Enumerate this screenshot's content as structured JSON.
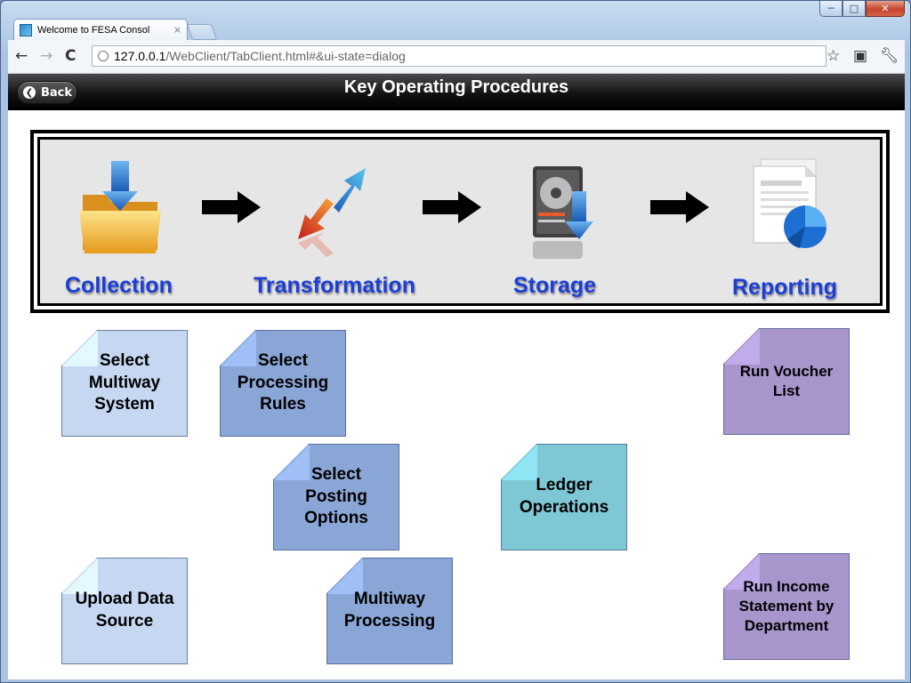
{
  "browser": {
    "tab_title": "Welcome to FESA Consol",
    "tab_close": "×",
    "url_host": "127.0.0.1",
    "url_path": "/WebClient/TabClient.html#&ui-state=dialog",
    "icons": [
      "back-arrow-icon",
      "forward-arrow-icon",
      "reload-icon",
      "globe-icon",
      "star-icon",
      "page-icon",
      "wrench-icon"
    ]
  },
  "header": {
    "back_label": "Back",
    "title": "Key Operating Procedures"
  },
  "process": {
    "stages": [
      {
        "label": "Collection",
        "icon": "folder-download-icon"
      },
      {
        "label": "Transformation",
        "icon": "transform-arrows-icon"
      },
      {
        "label": "Storage",
        "icon": "hard-drive-icon"
      },
      {
        "label": "Reporting",
        "icon": "report-chart-icon"
      }
    ]
  },
  "cards": [
    {
      "label": "Select Multiway System",
      "color": "#c6d8f1"
    },
    {
      "label": "Select Processing Rules",
      "color": "#8aa6d6"
    },
    {
      "label": "Select Posting Options",
      "color": "#8aa6d6"
    },
    {
      "label": "Ledger Operations",
      "color": "#7ec8d6"
    },
    {
      "label": "Upload Data Source",
      "color": "#c6d8f1"
    },
    {
      "label": "Multiway Processing",
      "color": "#8aa6d6"
    },
    {
      "label": "Run Voucher List",
      "color": "#a895cc"
    },
    {
      "label": "Run Income Statement by Department",
      "color": "#a895cc"
    }
  ],
  "colors": {
    "stage_label": "#1b3fd6",
    "appbar": "#121212"
  }
}
